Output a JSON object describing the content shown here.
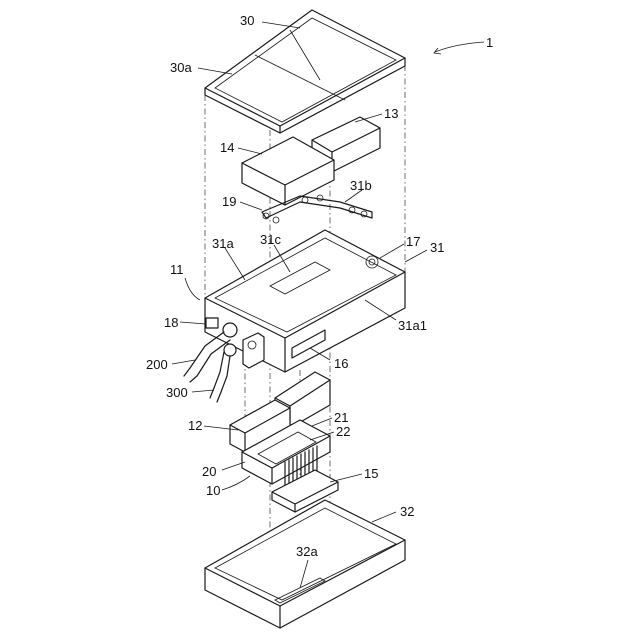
{
  "labels": {
    "l1": "1",
    "l30": "30",
    "l30a": "30a",
    "l13": "13",
    "l14": "14",
    "l19": "19",
    "l31b": "31b",
    "l31c": "31c",
    "l31a": "31a",
    "l17": "17",
    "l31": "31",
    "l11": "11",
    "l31a1": "31a1",
    "l18": "18",
    "l16": "16",
    "l200": "200",
    "l300": "300",
    "l12": "12",
    "l21": "21",
    "l22": "22",
    "l20": "20",
    "l10": "10",
    "l15": "15",
    "l32": "32",
    "l32a": "32a"
  }
}
